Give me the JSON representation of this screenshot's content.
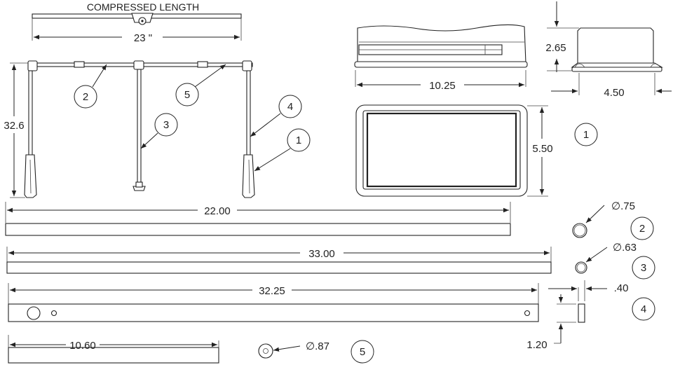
{
  "labels": {
    "compressed_title": "COMPRESSED LENGTH",
    "compressed_value": "23 \"",
    "frame_height": "32.6",
    "base_height": "2.65",
    "base_depth": "4.50",
    "base_length": "10.25",
    "base_width": "5.50",
    "rail_22": "22.00",
    "rail_33": "33.00",
    "rail_3225": "32.25",
    "rail_1060": "10.60",
    "dia_075": "∅.75",
    "dia_063": "∅.63",
    "dia_087": "∅.87",
    "thick_040": ".40",
    "height_120": "1.20"
  },
  "callouts": {
    "frame_2": "2",
    "frame_5": "5",
    "frame_3": "3",
    "frame_4": "4",
    "frame_1": "1",
    "base_1": "1",
    "section_2": "2",
    "section_3": "3",
    "section_4": "4",
    "section_5": "5"
  }
}
